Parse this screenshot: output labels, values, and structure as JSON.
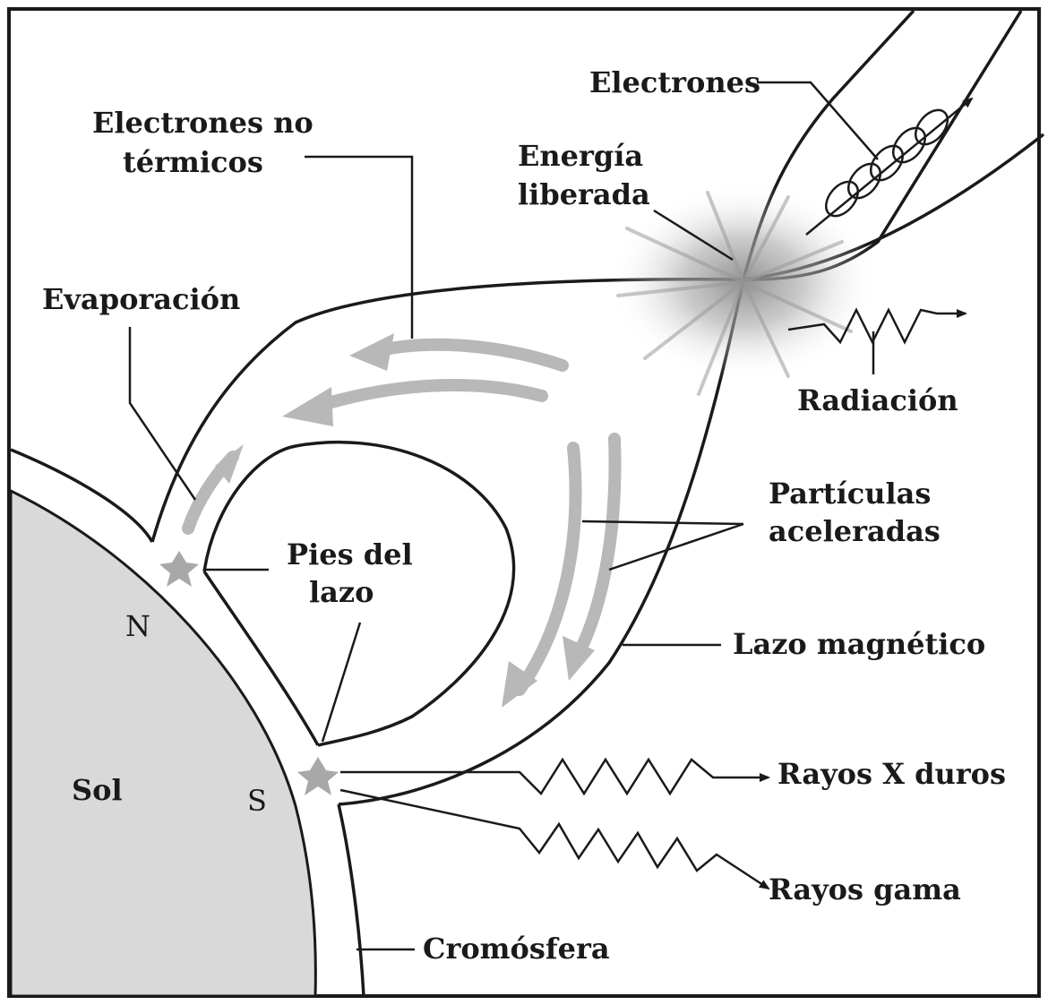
{
  "diagram": {
    "labels": {
      "electrones": "Electrones",
      "electrones_no_termicos_1": "Electrones no",
      "electrones_no_termicos_2": "térmicos",
      "energia_liberada_1": "Energía",
      "energia_liberada_2": "liberada",
      "evaporacion": "Evaporación",
      "radiacion": "Radiación",
      "particulas_aceleradas_1": "Partículas",
      "particulas_aceleradas_2": "aceleradas",
      "pies_del_lazo_1": "Pies del",
      "pies_del_lazo_2": "lazo",
      "lazo_magnetico": "Lazo magnético",
      "rayos_x_duros": "Rayos X duros",
      "rayos_gama": "Rayos gama",
      "cromosfera": "Cromósfera",
      "sol": "Sol",
      "n": "N",
      "s": "S"
    },
    "colors": {
      "line": "#1a1a1a",
      "sun_fill": "#d9d9d9",
      "arrow_gray": "#b8b8b8",
      "glow": "#9a9a9a"
    }
  }
}
